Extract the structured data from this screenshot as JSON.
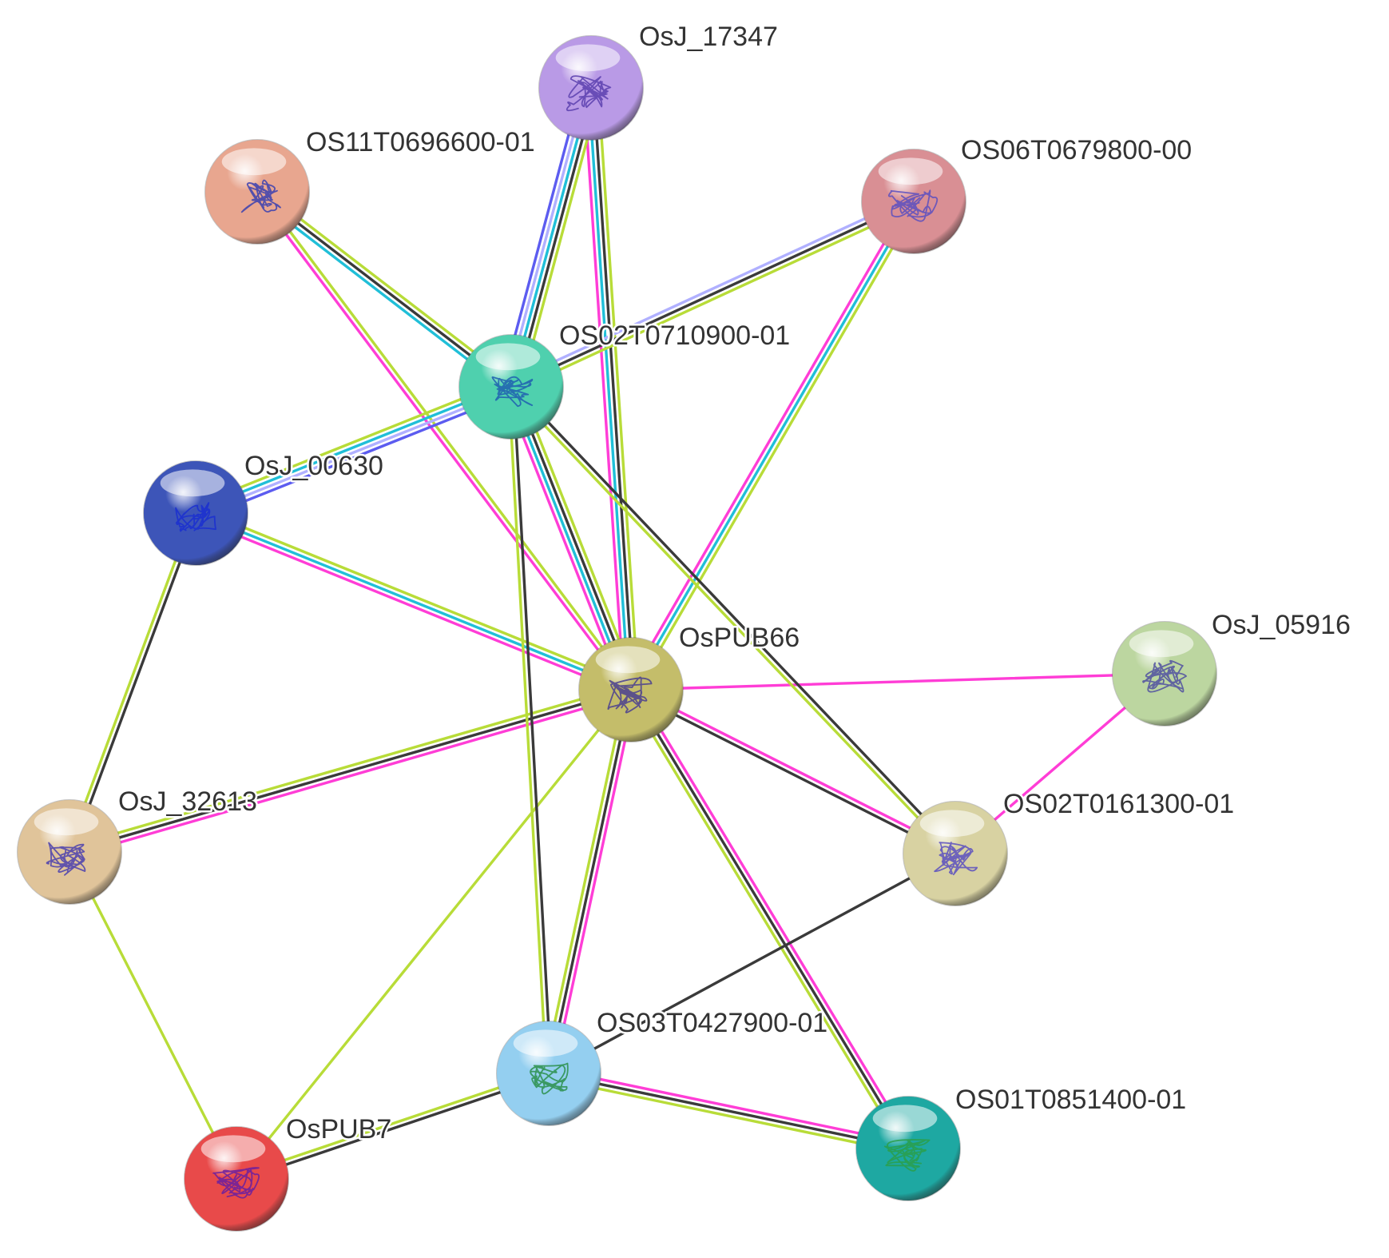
{
  "title": "",
  "evidence_colors": {
    "magenta": "#ff3dd6",
    "cyan": "#20bfd8",
    "black": "#3a3a3a",
    "yellowgreen": "#b8dc38",
    "blue": "#5c5cf0",
    "lavender": "#b0b0ff"
  },
  "nodes": [
    {
      "id": "OsPUB66",
      "label": "OsPUB66",
      "color": "#c4bd6a",
      "structure": "#4a3f8f"
    },
    {
      "id": "OsJ_17347",
      "label": "OsJ_17347",
      "color": "#b99ae6",
      "structure": "#5a3fae"
    },
    {
      "id": "OS11T0696600-01",
      "label": "OS11T0696600-01",
      "color": "#e8a68f",
      "structure": "#3a3fb0"
    },
    {
      "id": "OS06T0679800-00",
      "label": "OS06T0679800-00",
      "color": "#d98f94",
      "structure": "#5a4fbf"
    },
    {
      "id": "OS02T0710900-01",
      "label": "OS02T0710900-01",
      "color": "#4fd0ae",
      "structure": "#1f5fb0"
    },
    {
      "id": "OsJ_00630",
      "label": "OsJ_00630",
      "color": "#3d55b8",
      "structure": "#1a2fd0"
    },
    {
      "id": "OsJ_05916",
      "label": "OsJ_05916",
      "color": "#bcd6a0",
      "structure": "#5050a0"
    },
    {
      "id": "OS02T0161300-01",
      "label": "OS02T0161300-01",
      "color": "#d8d2a2",
      "structure": "#5a4fbf"
    },
    {
      "id": "OsJ_32613",
      "label": "OsJ_32613",
      "color": "#e0c49a",
      "structure": "#4a3fae"
    },
    {
      "id": "OS03T0427900-01",
      "label": "OS03T0427900-01",
      "color": "#94cff0",
      "structure": "#2a8f4a"
    },
    {
      "id": "OS01T0851400-01",
      "label": "OS01T0851400-01",
      "color": "#1ea8a2",
      "structure": "#2a9f4a"
    },
    {
      "id": "OsPUB7",
      "label": "OsPUB7",
      "color": "#e84a4a",
      "structure": "#6a1fa0"
    }
  ],
  "edges": [
    {
      "source": "OsPUB66",
      "target": "OsJ_17347",
      "evidence": [
        "magenta",
        "cyan",
        "black",
        "yellowgreen"
      ]
    },
    {
      "source": "OsPUB66",
      "target": "OS11T0696600-01",
      "evidence": [
        "magenta",
        "yellowgreen"
      ]
    },
    {
      "source": "OsPUB66",
      "target": "OS06T0679800-00",
      "evidence": [
        "magenta",
        "cyan",
        "yellowgreen"
      ]
    },
    {
      "source": "OsPUB66",
      "target": "OS02T0710900-01",
      "evidence": [
        "magenta",
        "cyan",
        "black",
        "yellowgreen"
      ]
    },
    {
      "source": "OsPUB66",
      "target": "OsJ_00630",
      "evidence": [
        "magenta",
        "cyan",
        "yellowgreen"
      ]
    },
    {
      "source": "OsPUB66",
      "target": "OsJ_05916",
      "evidence": [
        "magenta"
      ]
    },
    {
      "source": "OsPUB66",
      "target": "OS02T0161300-01",
      "evidence": [
        "magenta",
        "black"
      ]
    },
    {
      "source": "OsPUB66",
      "target": "OsJ_32613",
      "evidence": [
        "magenta",
        "black",
        "yellowgreen"
      ]
    },
    {
      "source": "OsPUB66",
      "target": "OS03T0427900-01",
      "evidence": [
        "magenta",
        "black",
        "yellowgreen"
      ]
    },
    {
      "source": "OsPUB66",
      "target": "OS01T0851400-01",
      "evidence": [
        "magenta",
        "black",
        "yellowgreen"
      ]
    },
    {
      "source": "OsPUB66",
      "target": "OsPUB7",
      "evidence": [
        "yellowgreen"
      ]
    },
    {
      "source": "OS02T0710900-01",
      "target": "OsJ_17347",
      "evidence": [
        "blue",
        "lavender",
        "cyan",
        "black",
        "yellowgreen"
      ]
    },
    {
      "source": "OS02T0710900-01",
      "target": "OS11T0696600-01",
      "evidence": [
        "cyan",
        "black",
        "yellowgreen"
      ]
    },
    {
      "source": "OS02T0710900-01",
      "target": "OS06T0679800-00",
      "evidence": [
        "lavender",
        "black",
        "yellowgreen"
      ]
    },
    {
      "source": "OS02T0710900-01",
      "target": "OsJ_00630",
      "evidence": [
        "blue",
        "lavender",
        "cyan",
        "yellowgreen"
      ]
    },
    {
      "source": "OS02T0710900-01",
      "target": "OS02T0161300-01",
      "evidence": [
        "black",
        "yellowgreen"
      ]
    },
    {
      "source": "OS02T0710900-01",
      "target": "OS03T0427900-01",
      "evidence": [
        "black",
        "yellowgreen"
      ]
    },
    {
      "source": "OsJ_00630",
      "target": "OsJ_32613",
      "evidence": [
        "black",
        "yellowgreen"
      ]
    },
    {
      "source": "OsJ_32613",
      "target": "OsPUB7",
      "evidence": [
        "yellowgreen"
      ]
    },
    {
      "source": "OsJ_05916",
      "target": "OS02T0161300-01",
      "evidence": [
        "magenta"
      ]
    },
    {
      "source": "OS02T0161300-01",
      "target": "OS03T0427900-01",
      "evidence": [
        "black"
      ]
    },
    {
      "source": "OS03T0427900-01",
      "target": "OsPUB7",
      "evidence": [
        "black",
        "yellowgreen"
      ]
    },
    {
      "source": "OS03T0427900-01",
      "target": "OS01T0851400-01",
      "evidence": [
        "magenta",
        "black",
        "yellowgreen"
      ]
    }
  ]
}
